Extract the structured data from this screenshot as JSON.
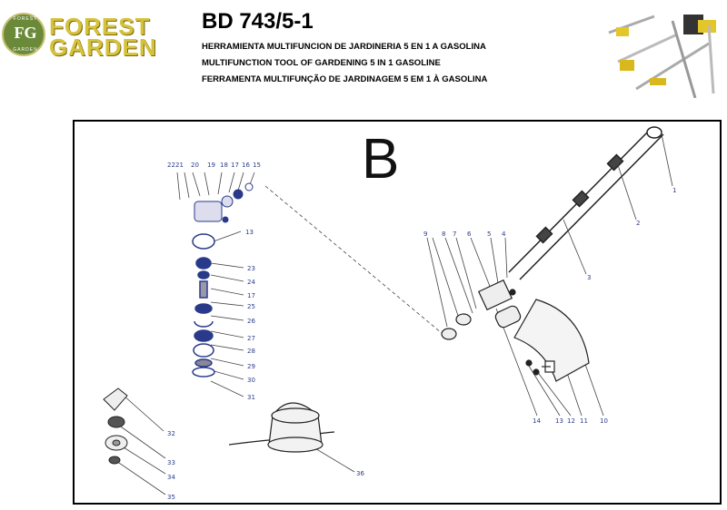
{
  "header": {
    "brand_line1": "FOREST",
    "brand_line2": "GARDEN",
    "badge_initials": "FG",
    "badge_ring_top": "FOREST",
    "badge_ring_bottom": "GARDEN",
    "model": "BD 743/5-1",
    "description_es": "HERRAMIENTA MULTIFUNCION DE JARDINERIA 5 EN 1 A GASOLINA",
    "description_en": "MULTIFUNCTION TOOL OF GARDENING 5 IN 1 GASOLINE",
    "description_pt": "FERRAMENTA MULTIFUNÇÃO DE JARDINAGEM 5 EM 1 À GASOLINA"
  },
  "diagram": {
    "section": "B",
    "top_labels": [
      "22",
      "21",
      "20",
      "19",
      "18",
      "17",
      "16",
      "15"
    ],
    "label_13a": "13",
    "stack_labels": [
      "23",
      "24",
      "17",
      "25",
      "26",
      "27",
      "28",
      "29",
      "30",
      "31"
    ],
    "shaft_labels": [
      "1",
      "2",
      "3"
    ],
    "clamp_labels": [
      "9",
      "8",
      "7",
      "6",
      "5",
      "4"
    ],
    "bottom_labels": [
      "14",
      "13",
      "12",
      "11",
      "10"
    ],
    "lower_left_labels": [
      "32",
      "33",
      "34",
      "35"
    ],
    "head_label": "36"
  },
  "colors": {
    "brand_gold": "#d6c23a",
    "badge_green": "#6a8a3a",
    "part_label_blue": "#2a3a8a"
  }
}
